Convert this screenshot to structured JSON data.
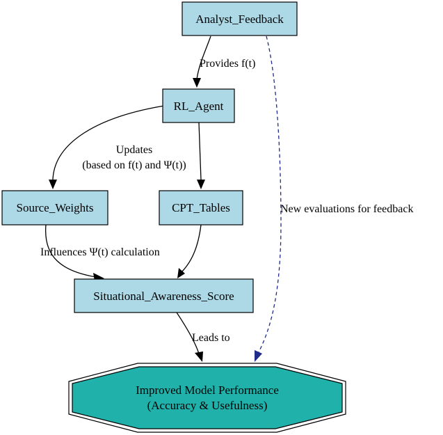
{
  "colors": {
    "node_fill": "#add8e6",
    "goal_fill": "#20b2aa",
    "stroke": "#000000",
    "dashed_edge": "#1f2a8a"
  },
  "nodes": {
    "analyst_feedback": "Analyst_Feedback",
    "rl_agent": "RL_Agent",
    "source_weights": "Source_Weights",
    "cpt_tables": "CPT_Tables",
    "situational_awareness_score": "Situational_Awareness_Score",
    "improved_model_performance": {
      "line1": "Improved Model Performance",
      "line2": "(Accuracy & Usefulness)"
    }
  },
  "edges": {
    "provides": "Provides f(t)",
    "updates_line1": "Updates",
    "updates_line2": "(based on f(t) and Ψ(t))",
    "influences": "Influences Ψ(t) calculation",
    "leads_to": "Leads to",
    "new_evaluations": "New evaluations for feedback"
  }
}
